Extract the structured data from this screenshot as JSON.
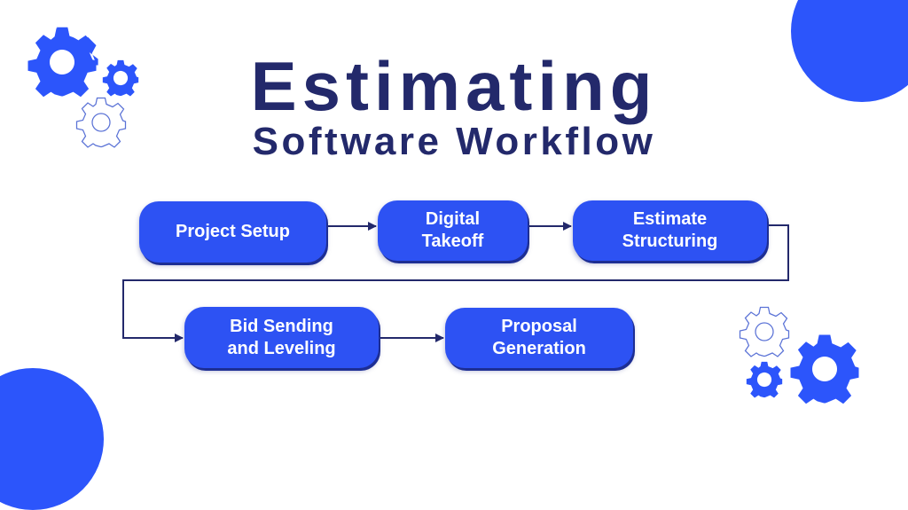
{
  "title": {
    "main": "Estimating",
    "sub": "Software Workflow"
  },
  "colors": {
    "primary_blue": "#2d52f3",
    "accent_blue": "#2c55fb",
    "navy": "#23296b",
    "background": "#ffffff"
  },
  "workflow": {
    "steps": [
      {
        "id": "project-setup",
        "label": "Project Setup"
      },
      {
        "id": "digital-takeoff",
        "label": "Digital\nTakeoff"
      },
      {
        "id": "estimate-structuring",
        "label": "Estimate\nStructuring"
      },
      {
        "id": "bid-sending-leveling",
        "label": "Bid Sending\nand Leveling"
      },
      {
        "id": "proposal-generation",
        "label": "Proposal\nGeneration"
      }
    ],
    "connections": [
      [
        "Project Setup",
        "Digital Takeoff"
      ],
      [
        "Digital Takeoff",
        "Estimate Structuring"
      ],
      [
        "Estimate Structuring",
        "Bid Sending and Leveling"
      ],
      [
        "Bid Sending and Leveling",
        "Proposal Generation"
      ]
    ]
  },
  "decorations": {
    "icons": [
      "gear-icon",
      "gear-icon",
      "gear-outline-icon",
      "gear-outline-icon",
      "gear-icon",
      "gear-icon"
    ],
    "shapes": [
      "circle-top-right",
      "circle-bottom-left"
    ]
  }
}
